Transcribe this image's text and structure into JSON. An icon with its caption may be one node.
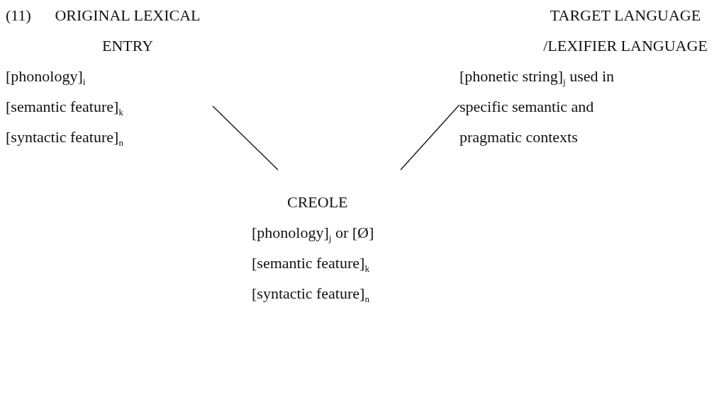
{
  "diagram": {
    "nodes": [
      {
        "text": [
          "ORIGINAL LEXICAL ENTRY",
          "[phonology]$_{i}$",
          "[semantic feature]$_{k}$",
          "[syntactic feature]$_{n}$"
        ]
      },
      {
        "text": [
          "TARGET LANGUAGE /LEXIFIER LANGUAGE",
          "[phonetic string]$_{j}$ used in specific semantic and pragmatic contexts"
        ]
      },
      {
        "text": [
          "CREOLE",
          "[phonology]$_{j}$ or [Ø]",
          "[semantic feature]$_{k}$",
          "[syntactic feature]$_{n}$"
        ]
      }
    ],
    "edges": [
      {
        "from": 0,
        "to": 2,
        "arrow": "none"
      },
      {
        "from": 1,
        "to": 2,
        "arrow": "none"
      }
    ],
    "labels": [
      "(11)"
    ]
  }
}
